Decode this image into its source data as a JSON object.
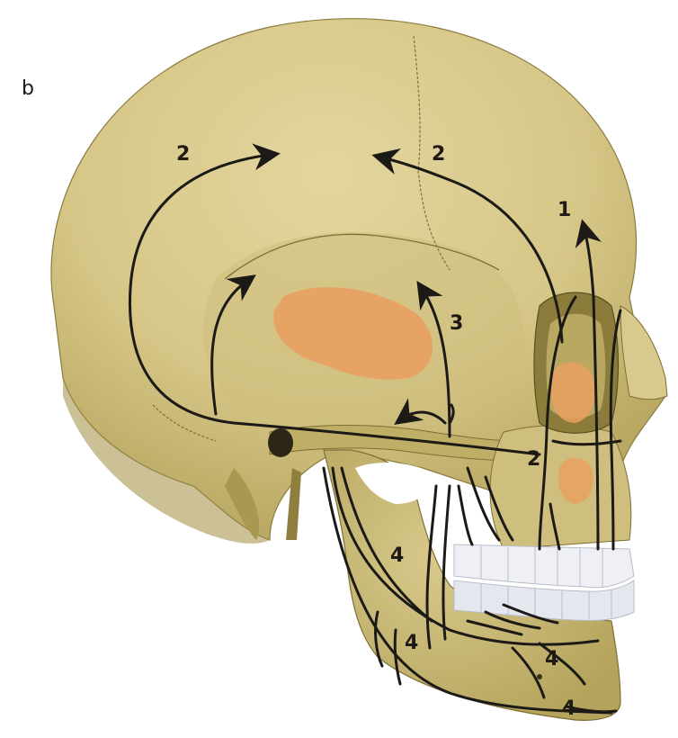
{
  "figure": {
    "panel_letter": "b",
    "labels": {
      "n1": "1",
      "n2a": "2",
      "n2b": "2",
      "n2c": "2",
      "n3": "3",
      "n4a": "4",
      "n4b": "4",
      "n4c": "4",
      "n4d": "4"
    }
  },
  "colors": {
    "bone": "#d8c98c",
    "bone_shadow": "#a8974e",
    "bone_dark": "#6e6230",
    "highlight": "#e8a060",
    "teeth": "#e9ecf2",
    "arrow": "#1c1a17"
  }
}
